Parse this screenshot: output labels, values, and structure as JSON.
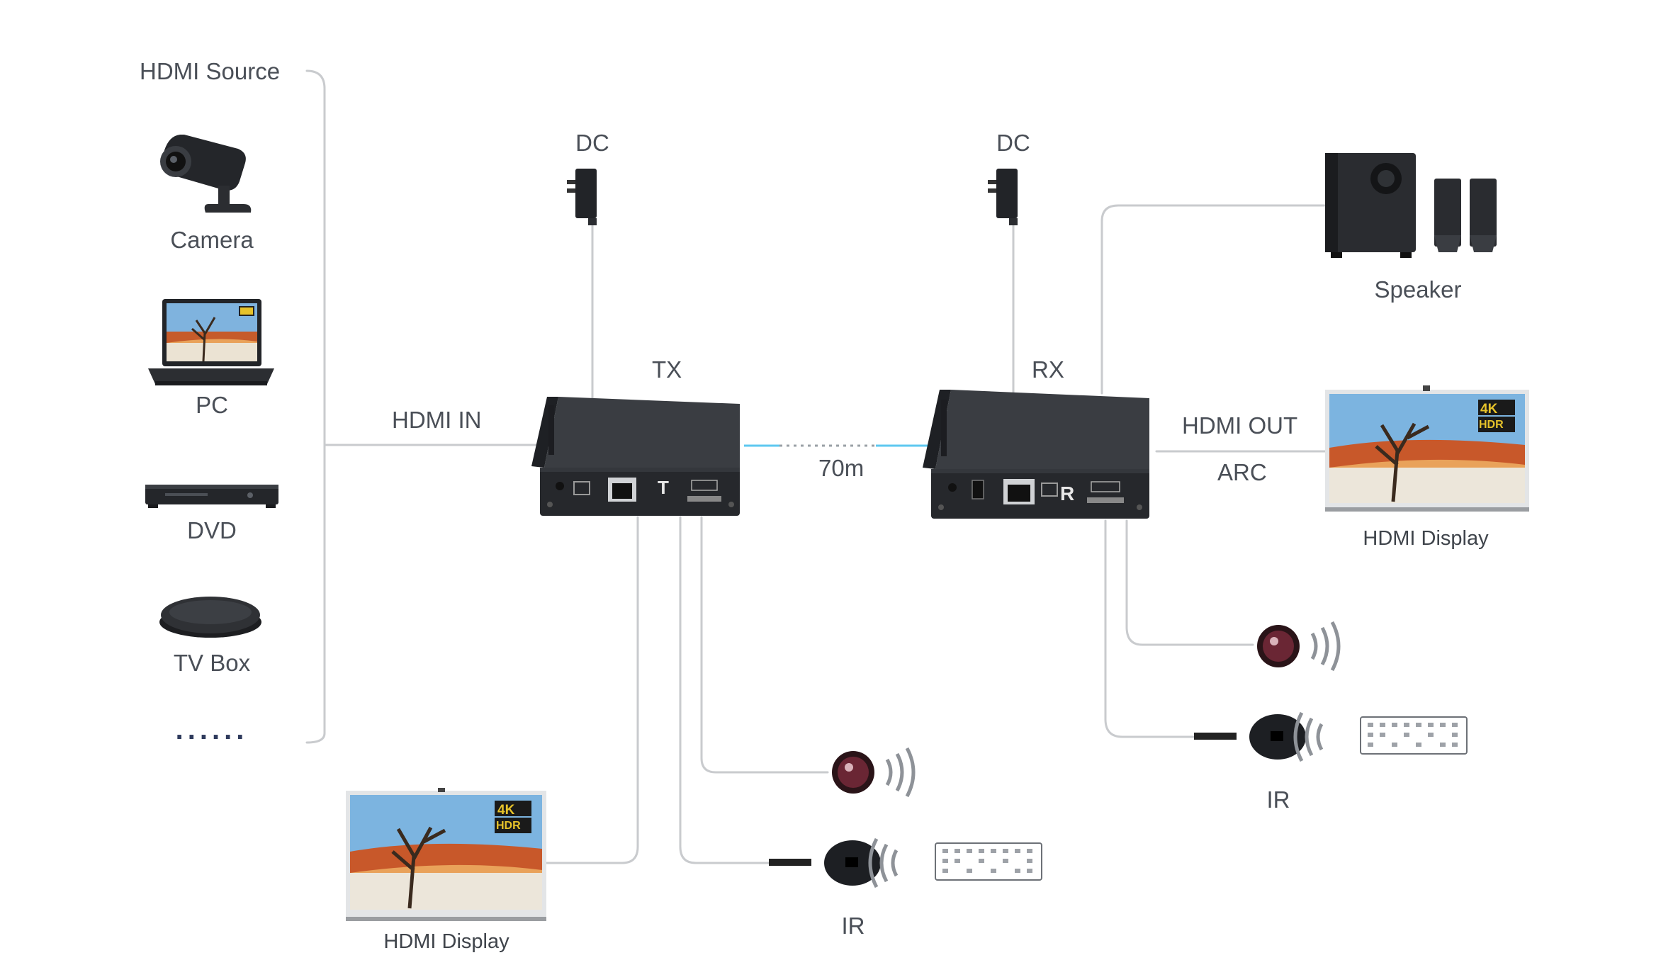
{
  "source_group": {
    "title": "HDMI Source",
    "items": [
      {
        "label": "Camera",
        "icon": "camera-icon"
      },
      {
        "label": "PC",
        "icon": "laptop-icon"
      },
      {
        "label": "DVD",
        "icon": "dvd-player-icon"
      },
      {
        "label": "TV Box",
        "icon": "tv-box-icon"
      }
    ],
    "more": "......"
  },
  "links": {
    "hdmi_in": "HDMI IN",
    "distance": "70m",
    "hdmi_out": "HDMI OUT",
    "arc": "ARC"
  },
  "tx": {
    "label": "TX",
    "dc": "DC",
    "panel_letter": "T",
    "display_label": "HDMI Display",
    "ir_label": "IR",
    "badge": "4K",
    "badge2": "HDR"
  },
  "rx": {
    "label": "RX",
    "dc": "DC",
    "panel_letter": "R",
    "speaker_label": "Speaker",
    "display_label": "HDMI Display",
    "ir_label": "IR",
    "badge": "4K",
    "badge2": "HDR"
  },
  "colors": {
    "wire": "#c9cbce",
    "cat6_link": "#5ec8f0",
    "device_body": "#2a2c30",
    "text": "#4a4f57"
  }
}
